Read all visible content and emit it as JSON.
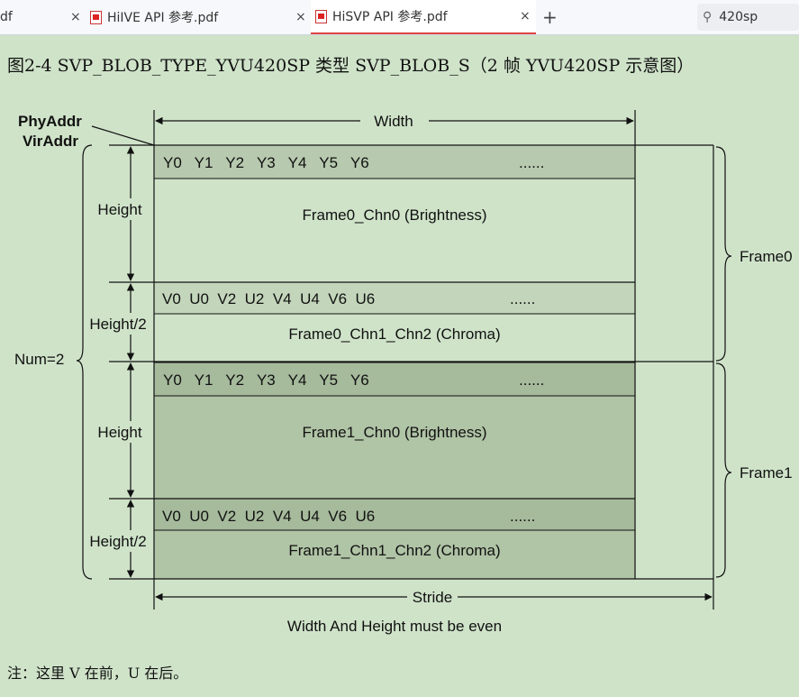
{
  "tabs": [
    {
      "label": "df",
      "close": "×"
    },
    {
      "label": "HiIVE API 参考.pdf",
      "close": "×",
      "icon": "pdf-icon"
    },
    {
      "label": "HiSVP API 参考.pdf",
      "close": "×",
      "icon": "pdf-icon",
      "active": true
    }
  ],
  "new_tab": "+",
  "search": {
    "icon": "search-icon",
    "value": "420sp"
  },
  "caption": "图2-4 SVP_BLOB_TYPE_YVU420SP 类型 SVP_BLOB_S（2 帧 YVU420SP 示意图）",
  "diagram": {
    "phy_addr": "PhyAddr",
    "vir_addr": "VirAddr",
    "width": "Width",
    "height": "Height",
    "height_half": "Height/2",
    "num": "Num=2",
    "y_row": "Y0   Y1   Y2   Y3   Y4   Y5   Y6",
    "uv_row": "V0  U0  V2  U2  V4  U4  V6  U6",
    "dots": "......",
    "frame0_chn0": "Frame0_Chn0 (Brightness)",
    "frame0_chn12": "Frame0_Chn1_Chn2 (Chroma)",
    "frame1_chn0": "Frame1_Chn0 (Brightness)",
    "frame1_chn12": "Frame1_Chn1_Chn2 (Chroma)",
    "frame0": "Frame0",
    "frame1": "Frame1",
    "stride": "Stride",
    "even_note": "Width And Height must be even",
    "colors": {
      "background": "#cfe3c9",
      "frame1_fill": "#b0c4a6",
      "row_fill": "#b7c9ae"
    }
  },
  "note": "注：这里 V 在前，U 在后。"
}
